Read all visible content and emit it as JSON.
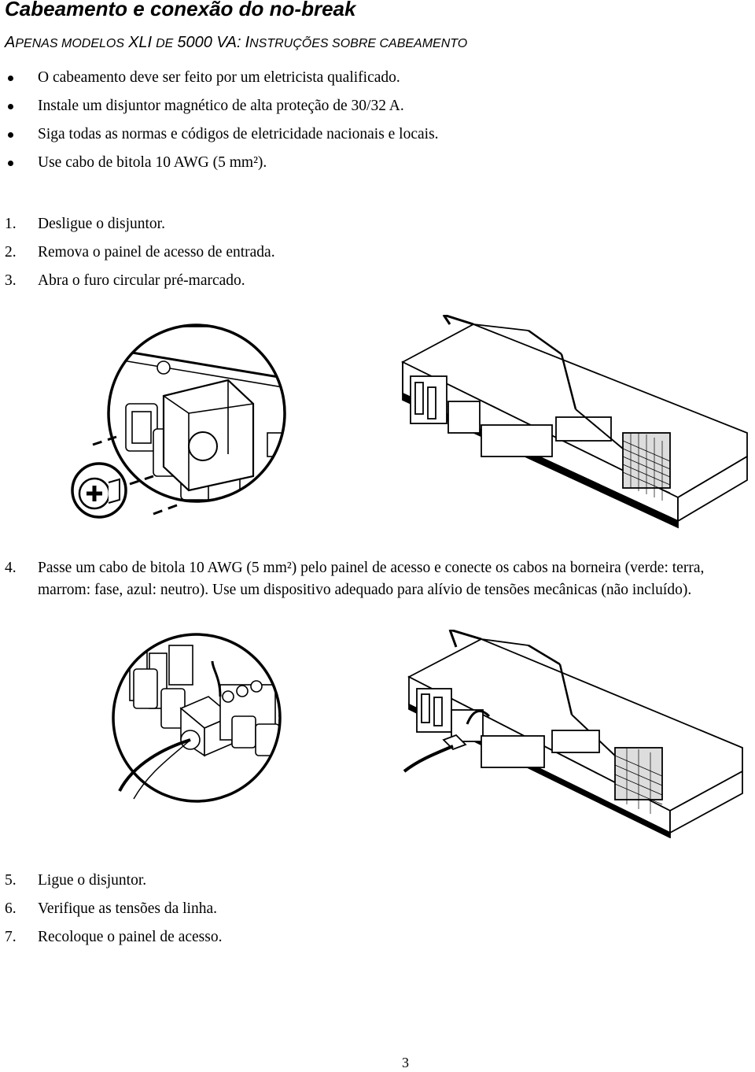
{
  "heading": {
    "title": "Cabeamento e conexão do no-break",
    "subtitle": {
      "a_cap": "A",
      "a_rest": "PENAS MODELOS",
      "model": "XLI",
      "de": "DE",
      "va": "5000 VA:",
      "i_cap": "I",
      "i_rest": "NSTRUÇÕES SOBRE CABEAMENTO"
    }
  },
  "bullets": [
    "O cabeamento deve ser feito por um eletricista qualificado.",
    "Instale um disjuntor magnético de alta proteção de 30/32 A.",
    "Siga todas as normas e códigos de eletricidade nacionais e locais.",
    "Use cabo de bitola 10 AWG (5 mm²)."
  ],
  "steps_a": [
    {
      "num": "1.",
      "text": "Desligue o disjuntor."
    },
    {
      "num": "2.",
      "text": "Remova o painel de acesso de entrada."
    },
    {
      "num": "3.",
      "text": "Abra o furo circular pré-marcado."
    }
  ],
  "step4": {
    "num": "4.",
    "text": "Passe um cabo de bitola 10 AWG (5 mm²) pelo painel de acesso e conecte os cabos na borneira (verde: terra, marrom: fase, azul: neutro). Use um dispositivo adequado para alívio de tensões mecânicas (não incluído)."
  },
  "steps_b": [
    {
      "num": "5.",
      "text": "Ligue o disjuntor."
    },
    {
      "num": "6.",
      "text": "Verifique as tensões da linha."
    },
    {
      "num": "7.",
      "text": "Recoloque o painel de acesso."
    }
  ],
  "page_number": "3"
}
